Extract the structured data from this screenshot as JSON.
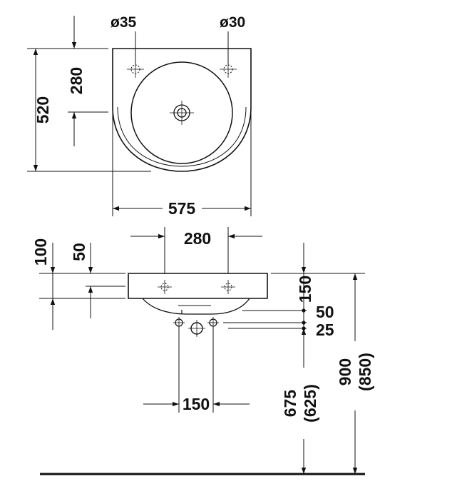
{
  "top_view": {
    "hole_left_label": "ø35",
    "hole_right_label": "ø30",
    "depth_label": "280",
    "height_label": "520",
    "width_label": "575"
  },
  "side_view": {
    "hole_spacing_label": "280",
    "dim_100": "100",
    "dim_50_left": "50",
    "dim_150_right": "150",
    "dim_50_right": "50",
    "dim_25": "25",
    "drain_spacing_label": "150",
    "height_675": "675",
    "height_625": "(625)",
    "height_900": "900",
    "height_850": "(850)"
  }
}
